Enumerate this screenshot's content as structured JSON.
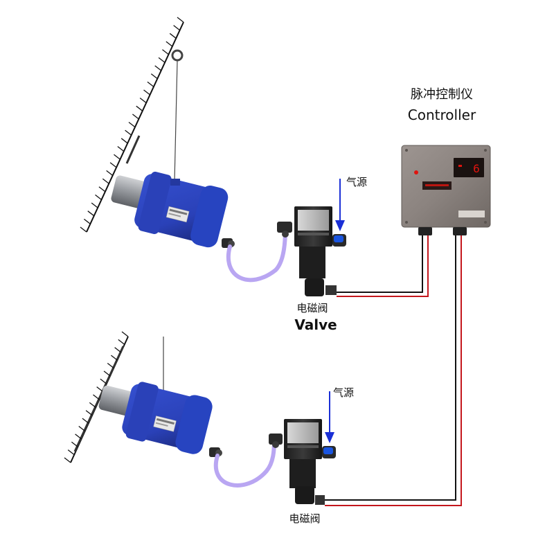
{
  "labels": {
    "controller_cn": "脉冲控制仪",
    "controller_en": "Controller",
    "air_source": "气源",
    "valve_cn": "电磁阀",
    "valve_en": "Valve"
  },
  "controller": {
    "display_digit": "6"
  },
  "colors": {
    "hammer_blue": "#2a41b8",
    "hammer_blue_dark": "#1b2a80",
    "cylinder_grey": "#8a8d92",
    "hose_lavender": "#b9a6f2",
    "arrow_blue": "#1a2fd6",
    "wire_red": "#c4161c",
    "wire_black": "#111111",
    "controller_body": "#8c8480",
    "led_red": "#e0140f",
    "valve_body": "#2b2b2b"
  }
}
